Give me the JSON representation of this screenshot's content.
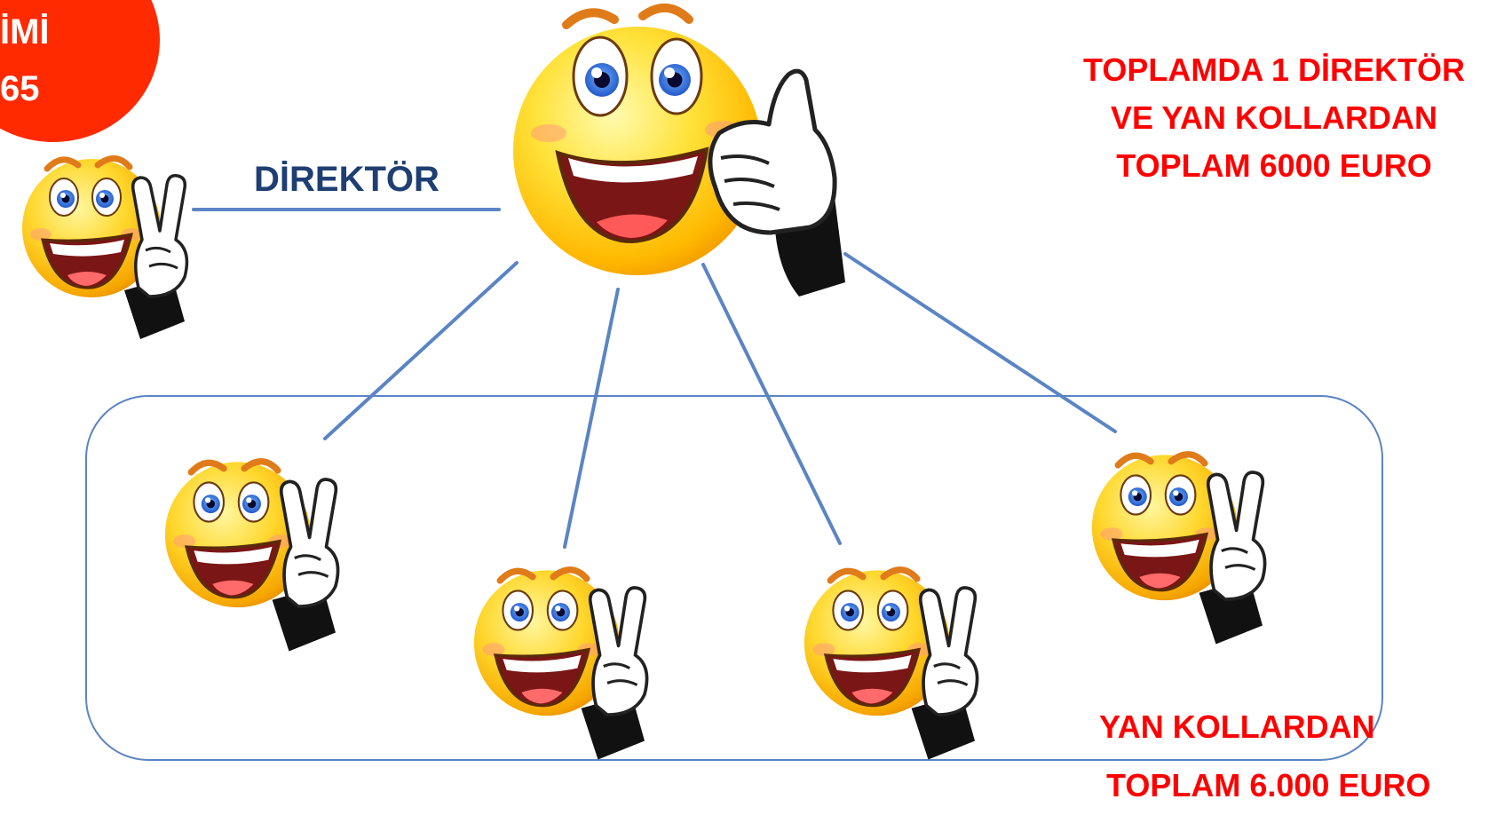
{
  "badge": {
    "line1": "İMİ",
    "line2": "65"
  },
  "director": {
    "label": "DİREKTÖR"
  },
  "totals": {
    "line1": "TOPLAMDA 1 DİREKTÖR",
    "line2": "VE YAN KOLLARDAN",
    "line3": "TOPLAM 6000 EURO"
  },
  "side_branches": {
    "line1": "YAN KOLLARDAN",
    "line2": "TOPLAM 6.000 EURO"
  },
  "colors": {
    "connector": "#5b84c4",
    "group_border": "#5b84c4",
    "highlight_text": "#ff0000",
    "director_text": "#1f3f73",
    "badge_fill": "#ff2a00",
    "face_fill": "#ffd21f"
  },
  "icons": [
    "thumbs-up-smiley-icon",
    "peace-sign-smiley-icon"
  ]
}
